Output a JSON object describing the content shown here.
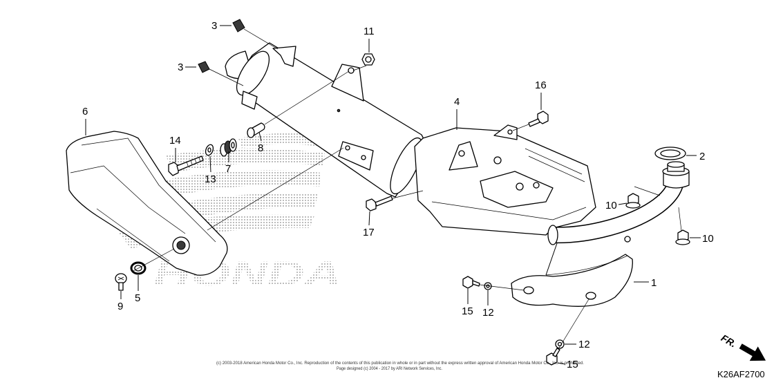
{
  "diagram": {
    "callouts": [
      "3",
      "3",
      "11",
      "16",
      "4",
      "6",
      "14",
      "13",
      "7",
      "8",
      "2",
      "10",
      "10",
      "17",
      "1",
      "9",
      "5",
      "15",
      "12",
      "12",
      "15"
    ],
    "logo_text": "HONDA",
    "direction_label": "FR.",
    "figure_code": "K26AF2700",
    "copyright": [
      "(c) 2003-2018 American Honda Motor Co., Inc. Reproduction of the contents of this publication in whole or in part without the express written approval of American Honda Motor Co., Inc. is prohibited.",
      "Page designed (c) 2004 - 2017 by ARI Network Services, Inc."
    ]
  },
  "colors": {
    "line": "#000000",
    "background": "#ffffff",
    "watermark": "#8c8c8c"
  }
}
